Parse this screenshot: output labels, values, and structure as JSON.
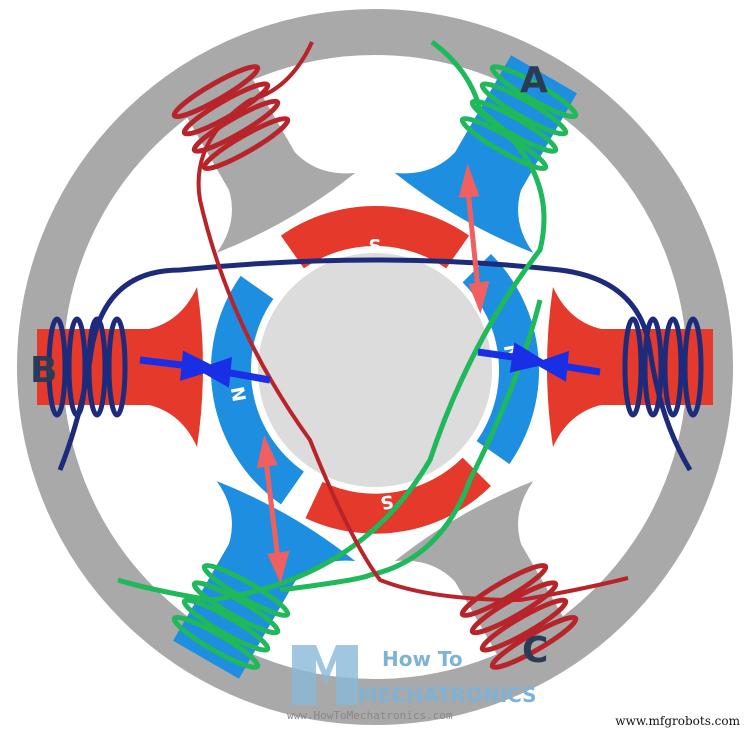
{
  "labels": {
    "phase_a": "A",
    "phase_b": "B",
    "phase_c": "C"
  },
  "rotor": {
    "pole_top": "S",
    "pole_bottom": "S",
    "pole_right": "N",
    "pole_left": "N"
  },
  "logo": {
    "line1": "How To",
    "line2": "MECHATRONICS",
    "url": "www.HowToMechatronics.com"
  },
  "watermark": "www.mfgrobots.com",
  "colors": {
    "stator": "#a9a9a9",
    "rotor_core": "#dcdcdc",
    "north": "#1e8fe0",
    "south": "#e4392b",
    "coil_a": "#1fb85a",
    "coil_b": "#1d2b7a",
    "coil_c": "#b8242a",
    "force_arrow": "#f06060",
    "attract_arrow": "#1a2ee6"
  }
}
